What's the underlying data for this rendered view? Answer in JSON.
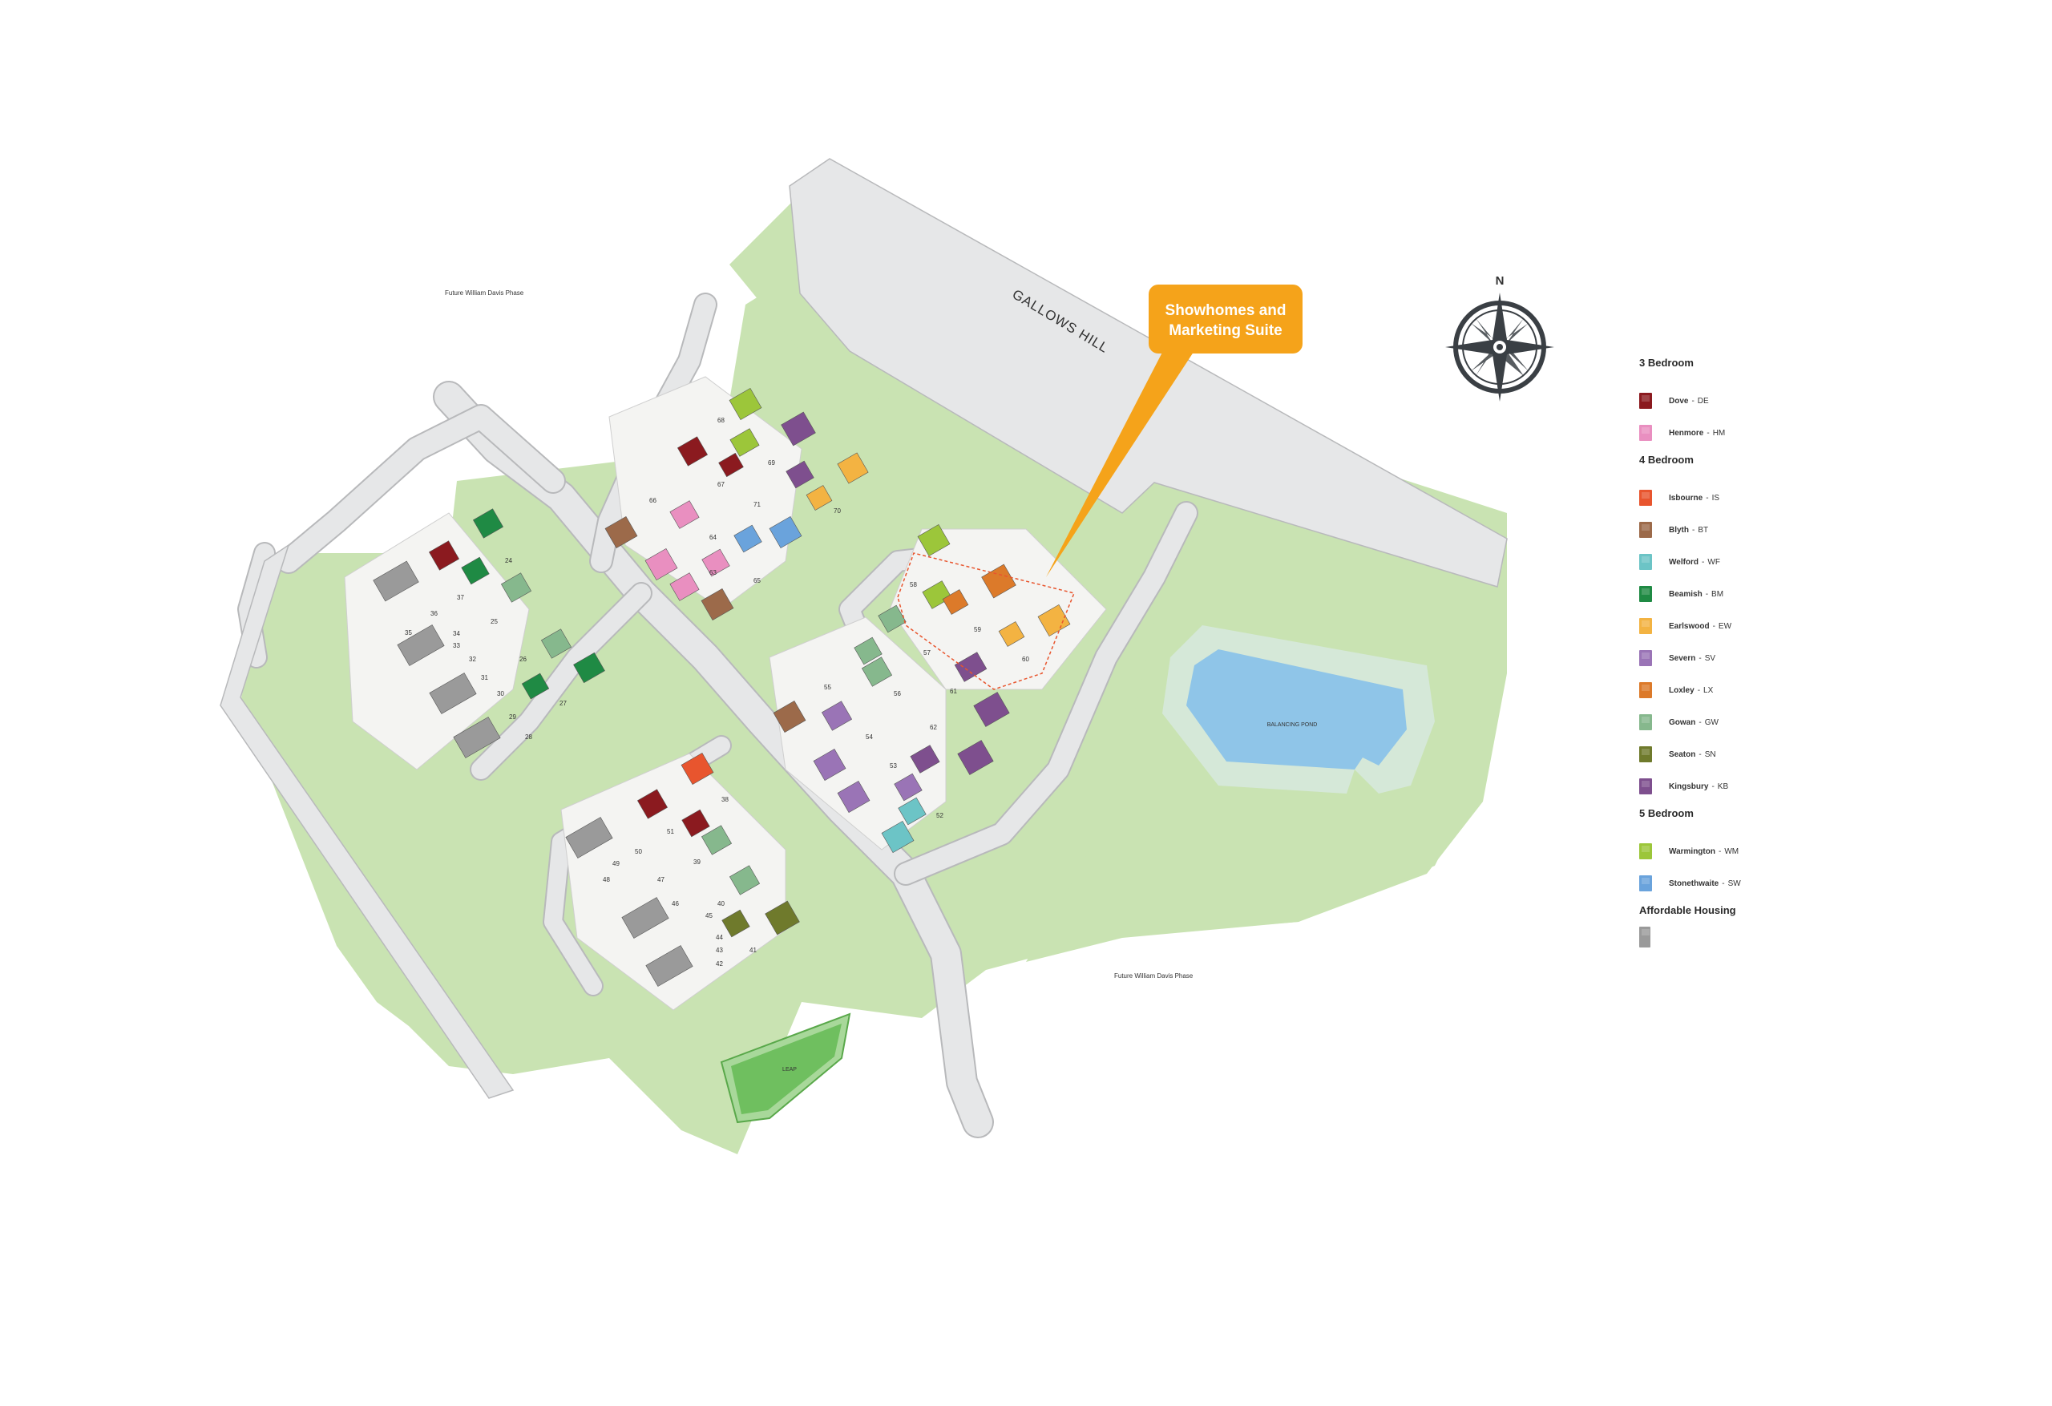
{
  "labels": {
    "future_phase_top": "Future William Davis Phase",
    "future_phase_bottom": "Future William Davis Phase",
    "road_name": "GALLOWS HILL",
    "pond": "BALANCING POND",
    "play_area": "LEAP",
    "compass_north": "N"
  },
  "callout": {
    "line1": "Showhomes and",
    "line2": "Marketing Suite",
    "color": "#f5a31a"
  },
  "colors": {
    "grass": "#c9e3b2",
    "road": "#e6e7e8",
    "pond": "#8fc5e8",
    "pond_halo": "#d5e8d8",
    "leap": "#6fbf5f",
    "compass": "#3a3f44"
  },
  "legend": {
    "groups": [
      {
        "heading": "3 Bedroom",
        "items": [
          {
            "name": "Dove",
            "code": "DE",
            "color": "#8b1a1f"
          },
          {
            "name": "Henmore",
            "code": "HM",
            "color": "#e98fc0"
          }
        ]
      },
      {
        "heading": "4 Bedroom",
        "items": [
          {
            "name": "Isbourne",
            "code": "IS",
            "color": "#e8552e"
          },
          {
            "name": "Blyth",
            "code": "BT",
            "color": "#9c6a4a"
          },
          {
            "name": "Welford",
            "code": "WF",
            "color": "#6cc4c6"
          },
          {
            "name": "Beamish",
            "code": "BM",
            "color": "#1f8a44"
          },
          {
            "name": "Earlswood",
            "code": "EW",
            "color": "#f3b342"
          },
          {
            "name": "Severn",
            "code": "SV",
            "color": "#9a74b6"
          },
          {
            "name": "Loxley",
            "code": "LX",
            "color": "#dc7a2a"
          },
          {
            "name": "Gowan",
            "code": "GW",
            "color": "#86b88d"
          },
          {
            "name": "Seaton",
            "code": "SN",
            "color": "#6f7a2c"
          },
          {
            "name": "Kingsbury",
            "code": "KB",
            "color": "#7e4f8e"
          }
        ]
      },
      {
        "heading": "5 Bedroom",
        "items": [
          {
            "name": "Warmington",
            "code": "WM",
            "color": "#9cc63a"
          },
          {
            "name": "Stonethwaite",
            "code": "SW",
            "color": "#6aa3dc"
          }
        ]
      },
      {
        "heading": "Affordable Housing",
        "items": [
          {
            "name": "",
            "code": "",
            "color": "#9a9a9a"
          }
        ]
      }
    ]
  },
  "plots": [
    "24",
    "25",
    "26",
    "27",
    "28",
    "29",
    "30",
    "31",
    "32",
    "33",
    "34",
    "35",
    "36",
    "37",
    "38",
    "39",
    "40",
    "41",
    "42",
    "43",
    "44",
    "45",
    "46",
    "47",
    "48",
    "49",
    "50",
    "51",
    "52",
    "53",
    "54",
    "55",
    "56",
    "57",
    "58",
    "59",
    "60",
    "61",
    "62",
    "63",
    "64",
    "65",
    "66",
    "67",
    "68",
    "69",
    "70",
    "71"
  ]
}
